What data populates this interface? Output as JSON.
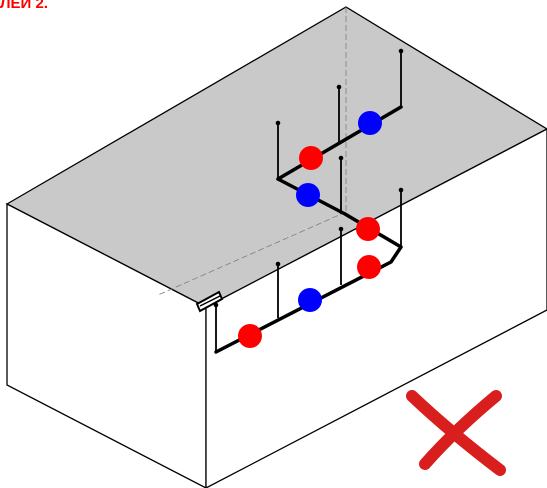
{
  "header": {
    "title": "ЛЕЙ 2."
  },
  "colors": {
    "title": "#ff0000",
    "box_top": "#c9c9c9",
    "box_side": "#ffffff",
    "edge": "#000000",
    "pipe": "#000000",
    "valve_red": "#ff0000",
    "valve_blue": "#0000ff",
    "cross": "#d91e1e"
  },
  "diagram": {
    "valves": [
      {
        "color": "red"
      },
      {
        "color": "blue"
      },
      {
        "color": "red"
      },
      {
        "color": "red"
      },
      {
        "color": "blue"
      },
      {
        "color": "red"
      },
      {
        "color": "blue"
      }
    ],
    "verdict_mark": "x-mark"
  }
}
